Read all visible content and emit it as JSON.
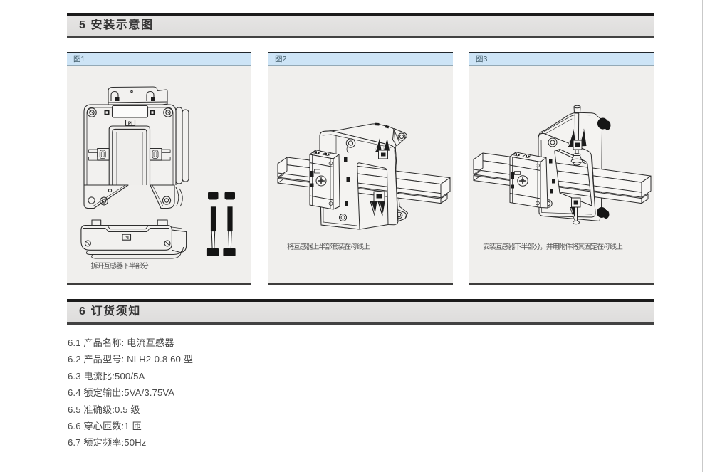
{
  "section5": {
    "title": "5 安装示意图"
  },
  "section6": {
    "title": "6 订货须知"
  },
  "figures": [
    {
      "label": "图1",
      "caption": "拆开互感器下半部分",
      "part_label_top": "PI",
      "part_label_bottom": "PI"
    },
    {
      "label": "图2",
      "caption": "将互感器上半部套装在母线上"
    },
    {
      "label": "图3",
      "caption": "安装互感器下半部分，并用附件将其固定在母线上"
    }
  ],
  "ordering": {
    "items": [
      "6.1 产品名称: 电流互感器",
      "6.2 产品型号: NLH2-0.8 60 型",
      "6.3 电流比:500/5A",
      "6.4 额定输出:5VA/3.75VA",
      "6.5 准确级:0.5 级",
      "6.6 穿心匝数:1 匝",
      "6.7 额定频率:50Hz"
    ]
  },
  "colors": {
    "panel_header_blue": "#cde4f6",
    "panel_body_gray": "#f0efed",
    "section_header_gray": "#e2e1e0",
    "line_art": "#2e2e2e"
  }
}
